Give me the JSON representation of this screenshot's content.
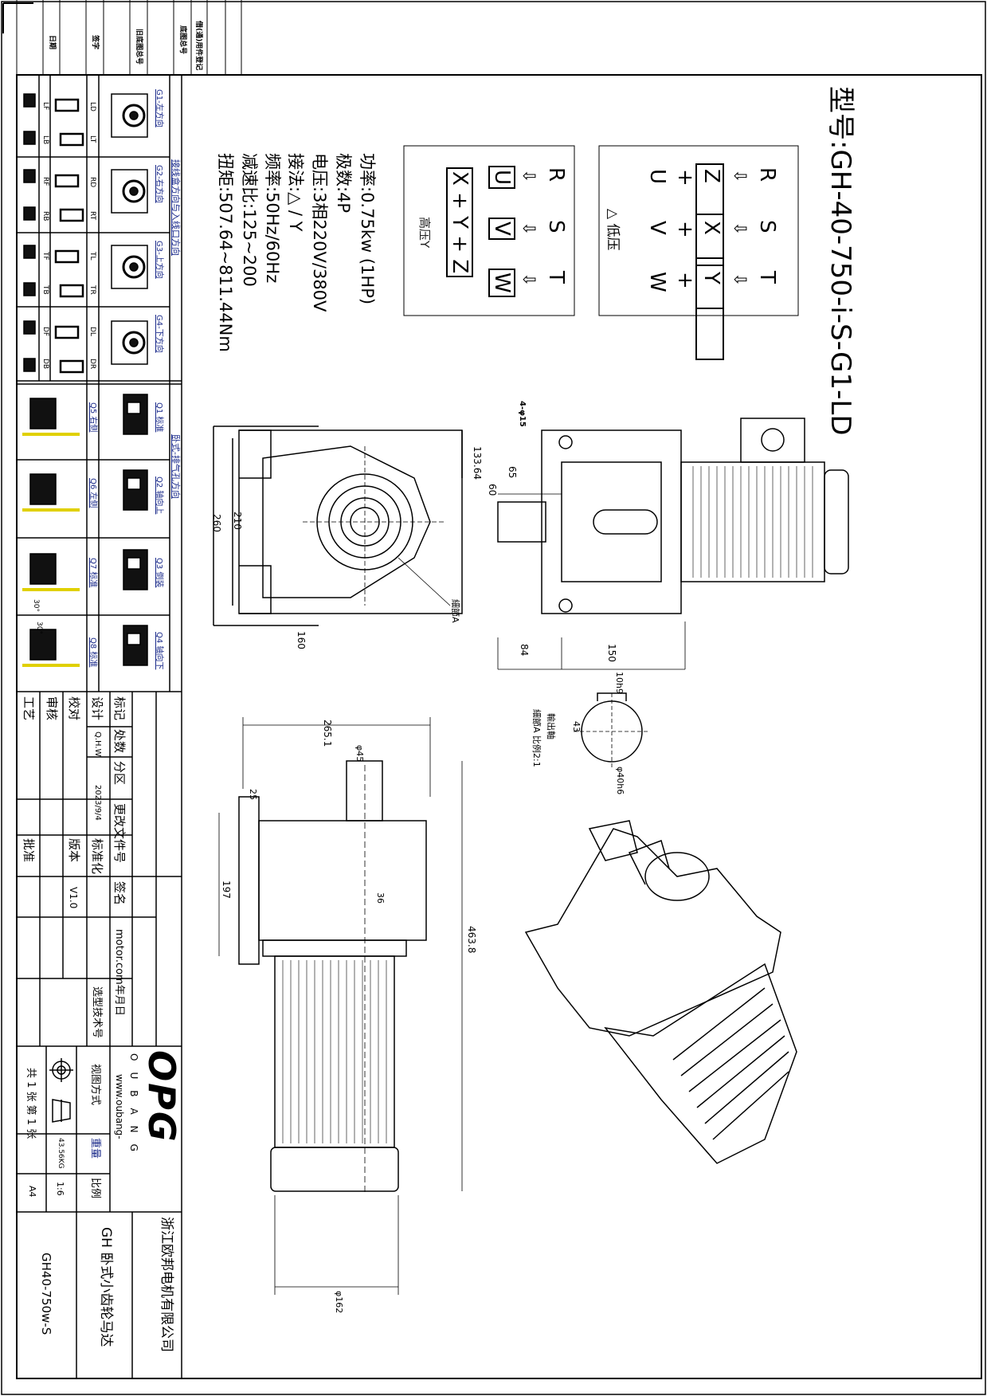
{
  "revision_block": {
    "labels": [
      "日期",
      "签字",
      "旧底图总号",
      "底图总号",
      "借(通)用件登记"
    ]
  },
  "model": "型号:GH-40-750-i-S-G1-LD",
  "wiring": {
    "low_voltage": {
      "label": "△ 低压",
      "phases": [
        "R",
        "S",
        "T"
      ],
      "arrow": "⇩",
      "top_terminals": [
        "Z",
        "X",
        "Y"
      ],
      "plus": "+",
      "bottom_terminals": [
        "U",
        "V",
        "W"
      ]
    },
    "high_voltage": {
      "label": "高压Y",
      "phases": [
        "R",
        "S",
        "T"
      ],
      "arrow": "⇩",
      "terminals": [
        "U",
        "V",
        "W"
      ],
      "star": "X + Y + Z"
    }
  },
  "specs": [
    "功率:0.75kw (1HP)",
    "极数:4P",
    "电压:3相220V/380V",
    "接法:△ / Y",
    "频率:50Hz/60Hz",
    "减速比:125~200",
    "扭矩:507.64~811.44Nm"
  ],
  "dimensions": {
    "d133": "133.64",
    "d65": "65",
    "d60": "60",
    "holes": "4-φ15",
    "detail_a": "細節A",
    "d210": "210",
    "d260": "260",
    "d160": "160",
    "d84": "84",
    "d150": "150",
    "key": "10h9",
    "d43": "43",
    "shaft": "φ40h6",
    "shaft_title": "輸出軸",
    "shaft_detail": "細節A 比例2:1",
    "d265": "265.1",
    "d45": "φ45",
    "d25": "25",
    "d197": "197",
    "d36": "36",
    "d463": "463.8",
    "d162": "φ162"
  },
  "orientation_table": {
    "header": "接线盒方向与入线口方向",
    "groups": [
      {
        "title": "G1-左方向",
        "codes": [
          "LD",
          "LT"
        ],
        "subcodes": [
          "LF",
          "LB"
        ]
      },
      {
        "title": "G2-右方向",
        "codes": [
          "RD",
          "RT"
        ],
        "subcodes": [
          "RF",
          "RB"
        ]
      },
      {
        "title": "G3-上方向",
        "codes": [
          "TL",
          "TR"
        ],
        "subcodes": [
          "TF",
          "TB"
        ]
      },
      {
        "title": "G4-下方向",
        "codes": [
          "DL",
          "DR"
        ],
        "subcodes": [
          "DF",
          "DB"
        ]
      }
    ]
  },
  "mounting_table": {
    "header": "卧式-排气孔方向",
    "top": [
      "Q1 标准",
      "Q2 轴向上",
      "Q3 倒装",
      "Q4 轴向下"
    ],
    "bottom": [
      "Q5 右侧",
      "Q6 左侧",
      "Q7 标准",
      "Q8 标准"
    ],
    "angle": "30°"
  },
  "title_block": {
    "mark": "标记",
    "count": "处数",
    "zone": "分区",
    "change_doc": "更改文件号",
    "sign": "签名",
    "date": "motor.com年月日",
    "design": "设计",
    "designer": "Q.H.W",
    "design_date": "2023/9/4",
    "standardize": "标准化",
    "check": "校对",
    "version_label": "版本",
    "version": "V1.0",
    "review": "审核",
    "process": "工艺",
    "approve": "批准",
    "selection_no": "选型技术号",
    "logo": "OPG",
    "logo_sub": "OUBANG",
    "website": "www.oubang-",
    "view_method": "视图方式",
    "weight_label": "重量",
    "weight": "43.56KG",
    "scale_label": "比例",
    "scale": "1:6",
    "sheets": "共 1 张 第 1 张",
    "paper": "A4",
    "company": "浙江欧邦电机有限公司",
    "product": "GH 卧式小齿轮马达",
    "part_no": "GH40-750w-S"
  }
}
